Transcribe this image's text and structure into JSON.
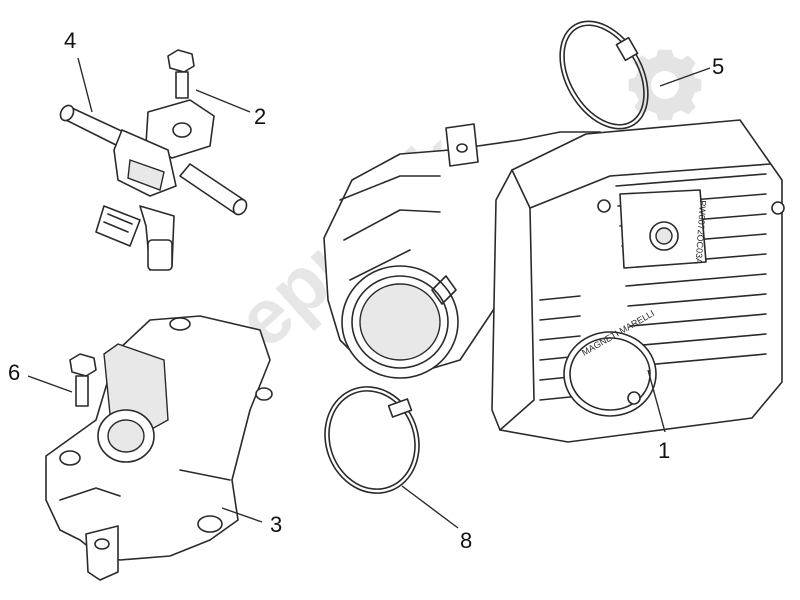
{
  "diagram": {
    "callouts": [
      "1",
      "2",
      "3",
      "4",
      "5",
      "6",
      "8"
    ],
    "watermark": {
      "text": "PartsRepublik",
      "icon": "gear-icon"
    },
    "part_markings": {
      "brand": "MAGNETI MARELLI",
      "code": "PW0072OC03A"
    }
  }
}
